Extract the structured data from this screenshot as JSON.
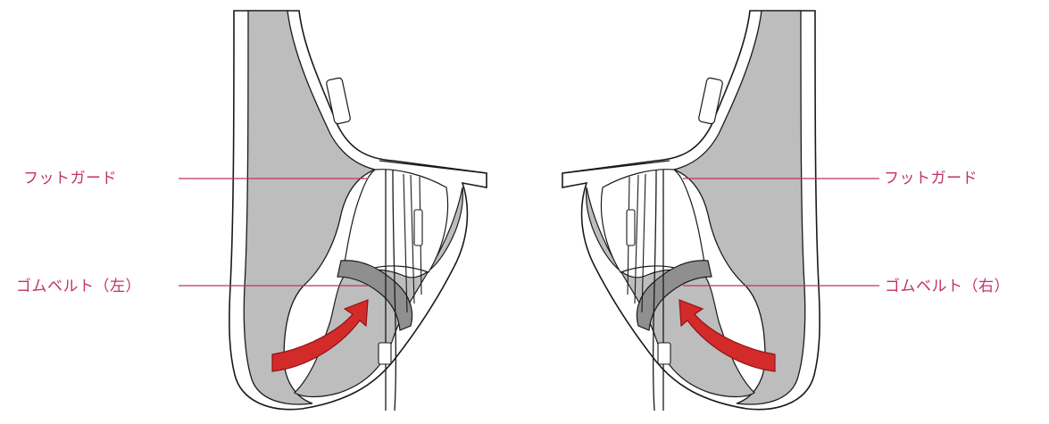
{
  "labels": {
    "left_foot_guard": "フットガード",
    "left_rubber_belt": "ゴムベルト（左）",
    "right_foot_guard": "フットガード",
    "right_rubber_belt": "ゴムベルト（右）"
  },
  "colors": {
    "label_text": "#c0306e",
    "leader_line": "#c0306e",
    "arrow": "#d32a2a",
    "arrow_outline": "#8e1414",
    "shell_gray": "#bdbdbd",
    "belt_gray": "#8f8f8f",
    "outline": "#1a1a1a"
  },
  "icons": {
    "left_arrow": "curved-arrow-up-right",
    "right_arrow": "curved-arrow-up-left"
  }
}
